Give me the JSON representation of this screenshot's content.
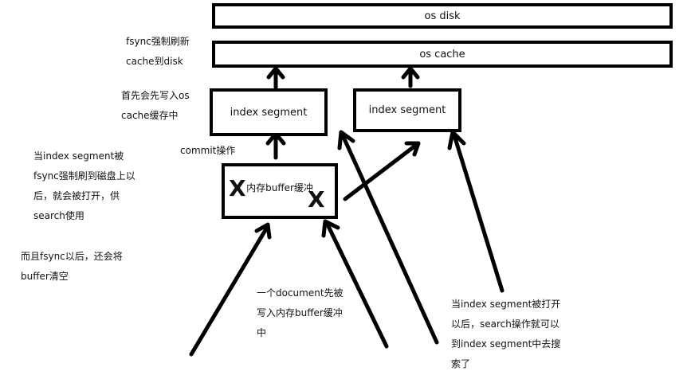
{
  "boxes": {
    "os_disk": "os disk",
    "os_cache": "os cache",
    "segment_left": "index segment",
    "segment_right": "index segment",
    "buffer": "内存buffer缓冲"
  },
  "notes": {
    "fsync_flush": [
      "fsync强制刷新",
      "cache到disk"
    ],
    "write_first": [
      "首先会先写入os",
      "cache缓存中"
    ],
    "commit": "commit操作",
    "fsync_open": [
      "当index segment被",
      "fsync强制刷到磁盘上以",
      "后，就会被打开，供",
      "search使用"
    ],
    "clear_buffer": [
      "而且fsync以后，还会将",
      "buffer清空"
    ],
    "doc_write": [
      "一个document先被",
      "写入内存buffer缓冲",
      "中"
    ],
    "search_open": [
      "当index segment被打开",
      "以后，search操作就可以",
      "到index segment中去搜",
      "索了"
    ]
  },
  "marks": {
    "cross": "X"
  }
}
